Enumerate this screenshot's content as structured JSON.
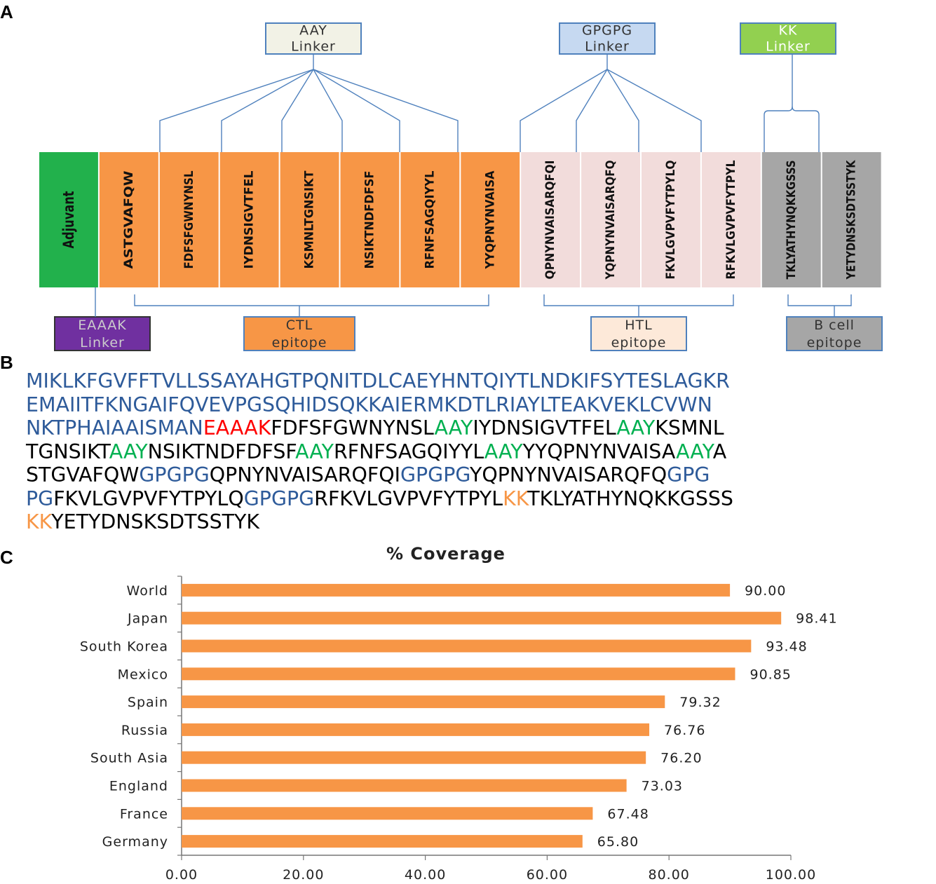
{
  "panels": {
    "a": "A",
    "b": "B",
    "c": "C"
  },
  "colors": {
    "adjuvant": "#22b14c",
    "ctl": "#f79646",
    "htl": "#f2dcdb",
    "bcell": "#a6a6a6",
    "eaaak_box": "#7030a0",
    "aay_box": "#f2f2e6",
    "gpgpg_box": "#c6d9f1",
    "kk_box": "#92d050",
    "htl_box": "#fde9d9",
    "bcell_box": "#a6a6a6",
    "line": "#4f81bd",
    "seq_blue": "#2e5b9a",
    "seq_red": "#ff0000",
    "seq_green": "#00b050",
    "seq_orange": "#f79646",
    "bar": "#f79646"
  },
  "construct": {
    "segments": [
      {
        "label": "Adjuvant",
        "type": "adjuvant"
      },
      {
        "label": "ASTGVAFQW",
        "type": "ctl"
      },
      {
        "label": "FDFSFGWNYNSL",
        "type": "ctl"
      },
      {
        "label": "IYDNSIGVTFEL",
        "type": "ctl"
      },
      {
        "label": "KSMNLTGNSIKT",
        "type": "ctl"
      },
      {
        "label": "NSIKTNDFDFSF",
        "type": "ctl"
      },
      {
        "label": "RFNFSAGQIYYL",
        "type": "ctl"
      },
      {
        "label": "YYQPNYNVAISA",
        "type": "ctl"
      },
      {
        "label": "QPNYNVAISARQFQI",
        "type": "htl"
      },
      {
        "label": "YQPNYNVAISARQFQ",
        "type": "htl"
      },
      {
        "label": "FKVLGVPVFYTPYLQ",
        "type": "htl"
      },
      {
        "label": "RFKVLGVPVFYTPYL",
        "type": "htl"
      },
      {
        "label": "TKLYATHYNQKKGSSS",
        "type": "bcell"
      },
      {
        "label": "YETYDNSKSDTSSTYK",
        "type": "bcell"
      }
    ],
    "top_boxes": [
      {
        "line1": "AAY",
        "line2": "Linker",
        "type": "aay_box"
      },
      {
        "line1": "GPGPG",
        "line2": "Linker",
        "type": "gpgpg_box"
      },
      {
        "line1": "KK",
        "line2": "Linker",
        "type": "kk_box"
      }
    ],
    "bottom_boxes": [
      {
        "line1": "EAAAK",
        "line2": "Linker",
        "type": "eaaak_box"
      },
      {
        "line1": "CTL",
        "line2": "epitope",
        "type": "ctl"
      },
      {
        "line1": "HTL",
        "line2": "epitope",
        "type": "htl_box"
      },
      {
        "line1": "B cell",
        "line2": "epitope",
        "type": "bcell_box"
      }
    ]
  },
  "sequence": {
    "lines": [
      [
        [
          "MIKLKFGVFFTVLLSSAYAHGTPQNITDLCAEYHNTQIYTLNDKIFSYTESLAGKR",
          "blue"
        ]
      ],
      [
        [
          "EMAIITFKNGAIFQVEVPGSQHIDSQKKAIERMKDTLRIAYLTEAKVEKLCVWN",
          "blue"
        ]
      ],
      [
        [
          "NKTPHAIAAISMAN",
          "blue"
        ],
        [
          "EAAAK",
          "red"
        ],
        [
          "FDFSFGWNYNSL",
          "black"
        ],
        [
          "AAY",
          "green"
        ],
        [
          "IYDNSIGVTFEL",
          "black"
        ],
        [
          "AAY",
          "green"
        ],
        [
          "KSMNL",
          "black"
        ]
      ],
      [
        [
          "TGNSIKT",
          "black"
        ],
        [
          "AAY",
          "green"
        ],
        [
          "NSIKTNDFDFSF",
          "black"
        ],
        [
          "AAY",
          "green"
        ],
        [
          "RFNFSAGQIYYL",
          "black"
        ],
        [
          "AAY",
          "green"
        ],
        [
          "YYQPNYNVAISA",
          "black"
        ],
        [
          "AAY",
          "green"
        ],
        [
          "A",
          "black"
        ]
      ],
      [
        [
          "STGVAFQW",
          "black"
        ],
        [
          "GPGPG",
          "blue"
        ],
        [
          "QPNYNVAISARQFQI",
          "black"
        ],
        [
          "GPGPG",
          "blue"
        ],
        [
          "YQPNYNVAISARQFQ",
          "black"
        ],
        [
          "GPG",
          "blue"
        ]
      ],
      [
        [
          "PG",
          "blue"
        ],
        [
          "FKVLGVPVFYTPYLQ",
          "black"
        ],
        [
          "GPGPG",
          "blue"
        ],
        [
          "RFKVLGVPVFYTPYL",
          "black"
        ],
        [
          "KK",
          "orange"
        ],
        [
          "TKLYATHYNQKKGSSS",
          "black"
        ]
      ],
      [
        [
          "KK",
          "orange"
        ],
        [
          "YETYDNSKSDTSSTYK",
          "black"
        ]
      ]
    ]
  },
  "chart_data": {
    "type": "bar",
    "orientation": "horizontal",
    "title": "% Coverage",
    "categories": [
      "World",
      "Japan",
      "South Korea",
      "Mexico",
      "Spain",
      "Russia",
      "South Asia",
      "England",
      "France",
      "Germany"
    ],
    "values": [
      90.0,
      98.41,
      93.48,
      90.85,
      79.32,
      76.76,
      76.2,
      73.03,
      67.48,
      65.8
    ],
    "value_labels": [
      "90.00",
      "98.41",
      "93.48",
      "90.85",
      "79.32",
      "76.76",
      "76.20",
      "73.03",
      "67.48",
      "65.80"
    ],
    "xlim": [
      0,
      100
    ],
    "xticks": [
      0,
      20,
      40,
      60,
      80,
      100
    ],
    "xtick_labels": [
      "0.00",
      "20.00",
      "40.00",
      "60.00",
      "80.00",
      "100.00"
    ],
    "grid": false,
    "legend": "none"
  }
}
